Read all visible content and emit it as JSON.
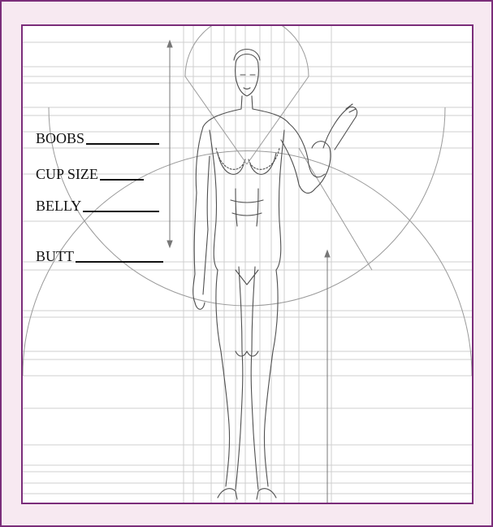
{
  "labels": {
    "boobs": "BOOBS",
    "cup_size": "CUP SIZE",
    "belly": "BELLY",
    "butt": "BUTT"
  },
  "colors": {
    "border": "#7b2d7a",
    "frame_bg": "#f7e9f1",
    "grid": "#c9c9c9",
    "drawing": "#555555"
  }
}
